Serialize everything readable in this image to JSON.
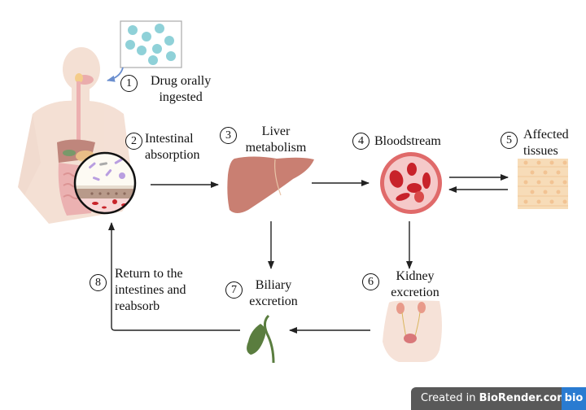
{
  "steps": [
    {
      "number": "1",
      "label_line1": "Drug orally",
      "label_line2": "ingested"
    },
    {
      "number": "2",
      "label_line1": "Intestinal",
      "label_line2": "absorption"
    },
    {
      "number": "3",
      "label_line1": "Liver",
      "label_line2": "metabolism"
    },
    {
      "number": "4",
      "label_line1": "Bloodstream",
      "label_line2": ""
    },
    {
      "number": "5",
      "label_line1": "Affected",
      "label_line2": "tissues"
    },
    {
      "number": "6",
      "label_line1": "Kidney",
      "label_line2": "excretion"
    },
    {
      "number": "7",
      "label_line1": "Biliary",
      "label_line2": "excretion"
    },
    {
      "number": "8",
      "label_line1": "Return to the",
      "label_line2": "intestines and",
      "label_line3": "reabsorb"
    }
  ],
  "icons": {
    "pills": "drug-pills-icon",
    "body": "human-digestive-system-icon",
    "intestine": "intestinal-lining-icon",
    "liver": "liver-icon",
    "blood": "blood-vessel-icon",
    "tissue": "tissue-cells-icon",
    "kidney": "urinary-system-icon",
    "gallbladder": "gallbladder-icon"
  },
  "watermark": {
    "prefix": "Created in ",
    "brand": "BioRender.com",
    "logo": "bio"
  },
  "colors": {
    "arrow": "#222222",
    "liver": "#c97f72",
    "blood": "#d9534f",
    "tissue": "#f6d4a8",
    "gallbladder": "#5a7d3f",
    "skin": "#f3ddd0",
    "badge_bg": "#595959",
    "badge_logo": "#2a7bd1"
  }
}
